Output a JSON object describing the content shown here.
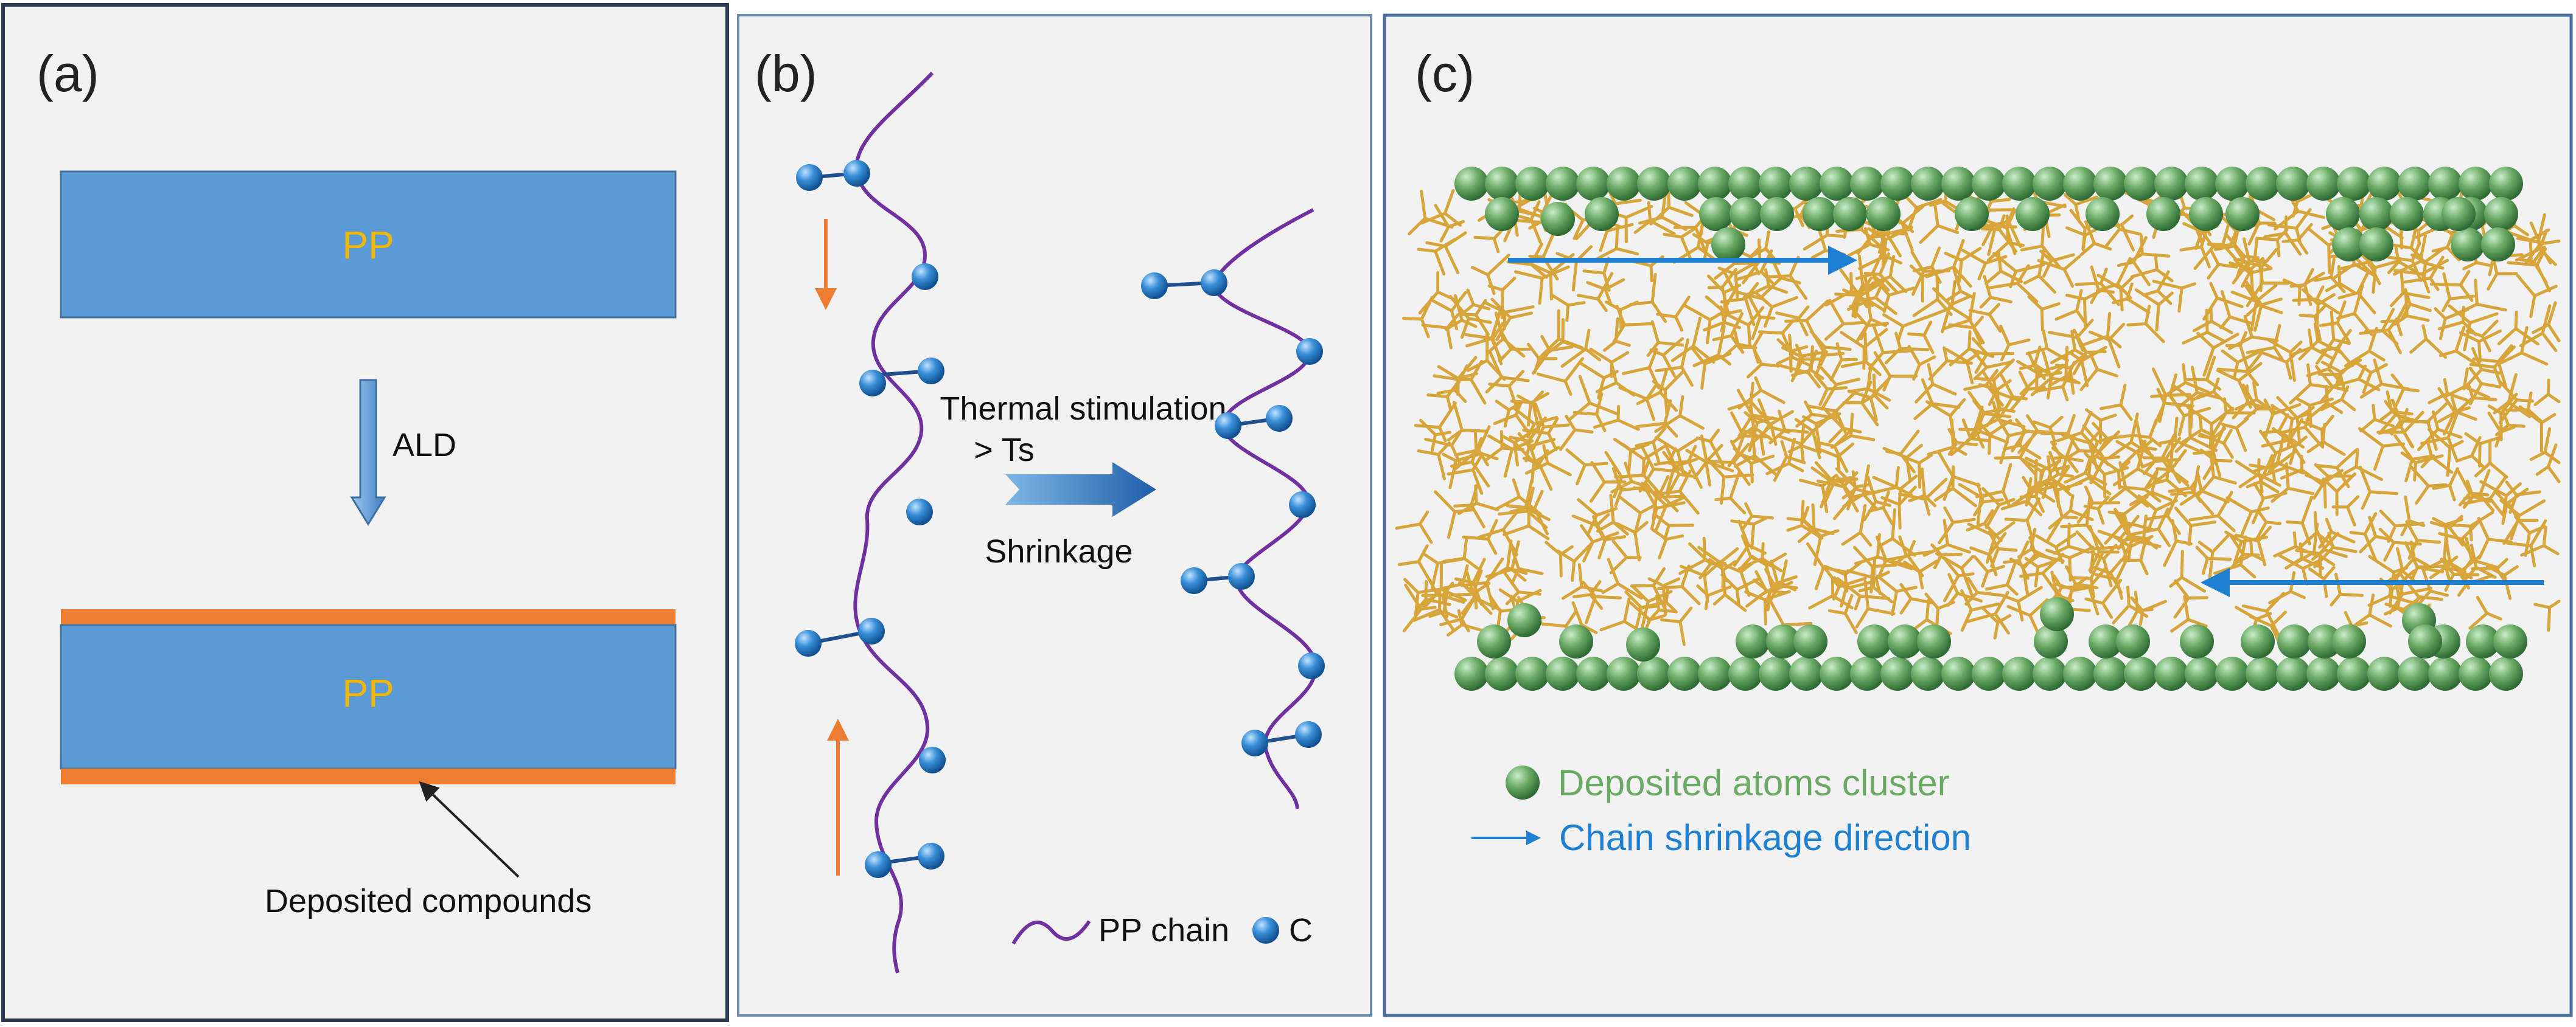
{
  "panel_a": {
    "label": "(a)",
    "block_top_text": "PP",
    "arrow_text": "ALD",
    "block_bottom_text": "PP",
    "annotation": "Deposited compounds"
  },
  "panel_b": {
    "label": "(b)",
    "arrow_line1": "Thermal stimulation",
    "arrow_line2": "> Ts",
    "arrow_line3": "Shrinkage",
    "legend_chain": "PP chain",
    "legend_atom": "C"
  },
  "panel_c": {
    "label": "(c)",
    "legend_cluster": "Deposited atoms cluster",
    "legend_direction": "Chain shrinkage direction"
  },
  "colors": {
    "pp_block": "#5b9bd5",
    "coating": "#ed7d31",
    "pp_label": "#f2b705",
    "chain": "#7030a0",
    "carbon_atom": "#2e86de",
    "orange_arrow": "#ed7d31",
    "deposited_atom": "#6aaa64",
    "shrink_arrow": "#1f7fd1",
    "network": "#d7a53a",
    "panel_bg": "#f2f2f2"
  }
}
